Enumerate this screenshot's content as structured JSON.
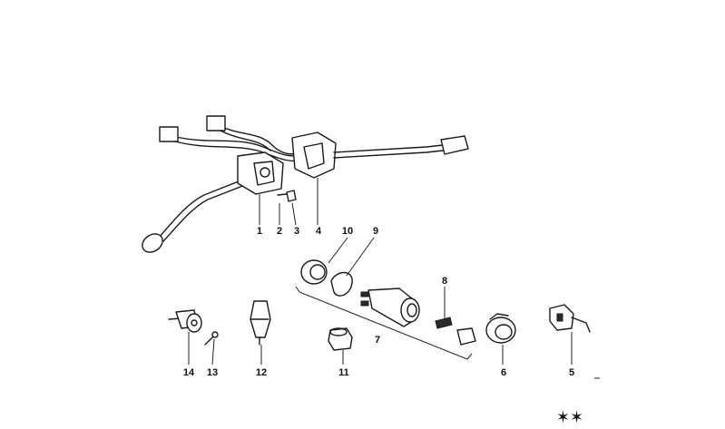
{
  "callouts": [
    {
      "id": "c1",
      "label": "1"
    },
    {
      "id": "c2",
      "label": "2"
    },
    {
      "id": "c3",
      "label": "3"
    },
    {
      "id": "c4",
      "label": "4"
    },
    {
      "id": "c10",
      "label": "10"
    },
    {
      "id": "c9",
      "label": "9"
    },
    {
      "id": "c8",
      "label": "8"
    },
    {
      "id": "c7",
      "label": "7"
    },
    {
      "id": "c14",
      "label": "14"
    },
    {
      "id": "c13",
      "label": "13"
    },
    {
      "id": "c12",
      "label": "12"
    },
    {
      "id": "c11",
      "label": "11"
    },
    {
      "id": "c6",
      "label": "6"
    },
    {
      "id": "c5",
      "label": "5"
    }
  ],
  "stamp": "✶✶"
}
